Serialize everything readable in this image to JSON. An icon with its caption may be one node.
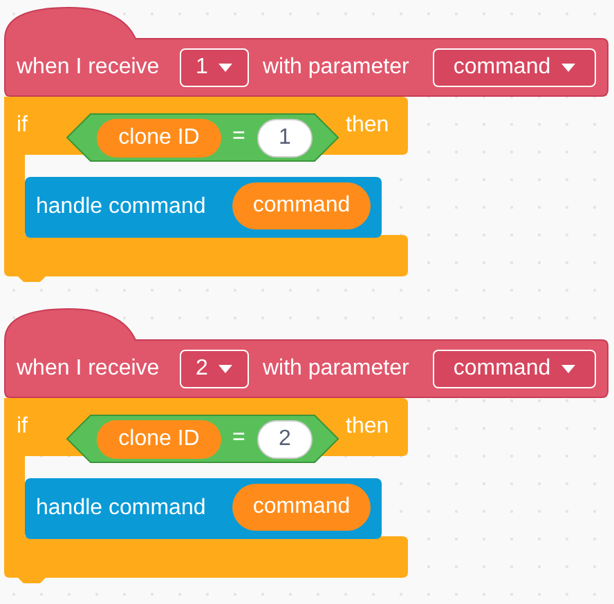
{
  "diagram": {
    "nodes": [
      {
        "text": [
          "when I receive",
          "with parameter"
        ]
      },
      {
        "text": [
          "1"
        ],
        "in": 0
      },
      {
        "text": [
          "command"
        ],
        "in": 0
      },
      {
        "text": [
          "if",
          "then"
        ]
      },
      {
        "text": [
          "="
        ],
        "in": 3
      },
      {
        "text": [
          "clone ID"
        ],
        "in": 4
      },
      {
        "text": [
          "1"
        ],
        "in": 4
      },
      {
        "text": [
          "handle command"
        ],
        "in": 3
      },
      {
        "text": [
          "command"
        ],
        "in": 7
      },
      {
        "text": [
          "when I receive",
          "with parameter"
        ]
      },
      {
        "text": [
          "2"
        ],
        "in": 9
      },
      {
        "text": [
          "command"
        ],
        "in": 9
      },
      {
        "text": [
          "if",
          "then"
        ]
      },
      {
        "text": [
          "="
        ],
        "in": 12
      },
      {
        "text": [
          "clone ID"
        ],
        "in": 13
      },
      {
        "text": [
          "2"
        ],
        "in": 13
      },
      {
        "text": [
          "handle command"
        ],
        "in": 12
      },
      {
        "text": [
          "command"
        ],
        "in": 16
      }
    ]
  }
}
